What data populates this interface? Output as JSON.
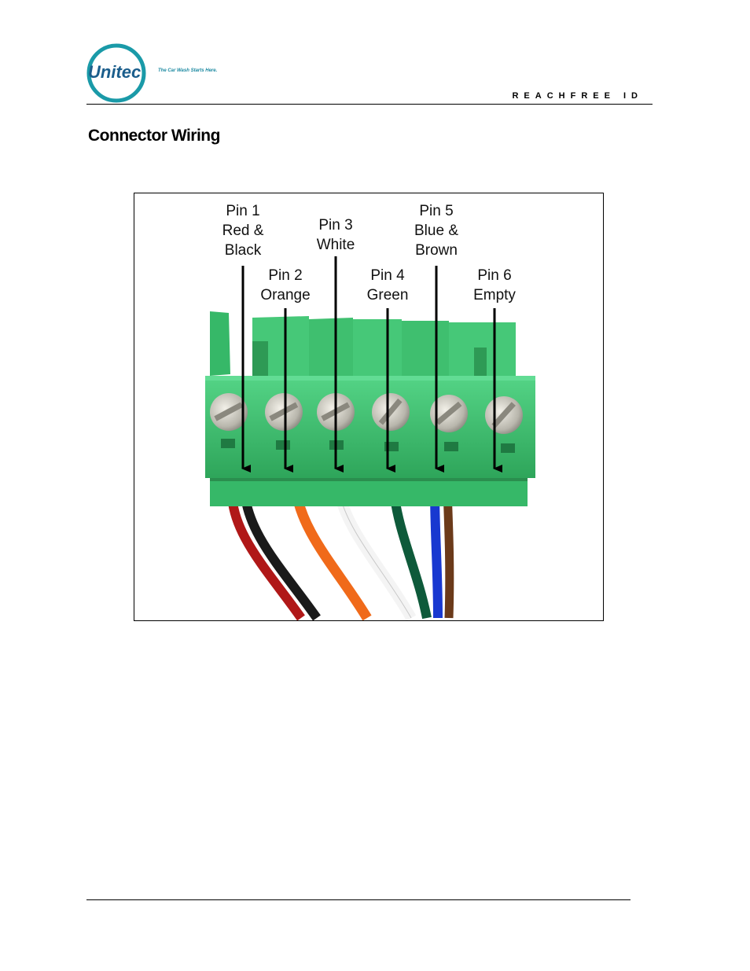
{
  "header": {
    "logo_text": "Unitec",
    "tagline": "The Car Wash Starts Here.",
    "document_title": "REACHFREE ID"
  },
  "section": {
    "heading": "Connector Wiring"
  },
  "figure": {
    "pins": [
      {
        "pin": "Pin 1",
        "wires": [
          "Red &",
          "Black"
        ]
      },
      {
        "pin": "Pin 2",
        "wires": [
          "Orange"
        ]
      },
      {
        "pin": "Pin 3",
        "wires": [
          "White"
        ]
      },
      {
        "pin": "Pin 4",
        "wires": [
          "Green"
        ]
      },
      {
        "pin": "Pin 5",
        "wires": [
          "Blue &",
          "Brown"
        ]
      },
      {
        "pin": "Pin 6",
        "wires": [
          "Empty"
        ]
      }
    ],
    "colors": {
      "connector": "#3fbf6f",
      "red": "#b01818",
      "black": "#1a1a1a",
      "orange": "#f06a1a",
      "white": "#f4f4f4",
      "green": "#0e5a3a",
      "blue": "#1838d0",
      "brown": "#6b3a1a"
    }
  },
  "brand": {
    "accent": "#1a88a0"
  }
}
